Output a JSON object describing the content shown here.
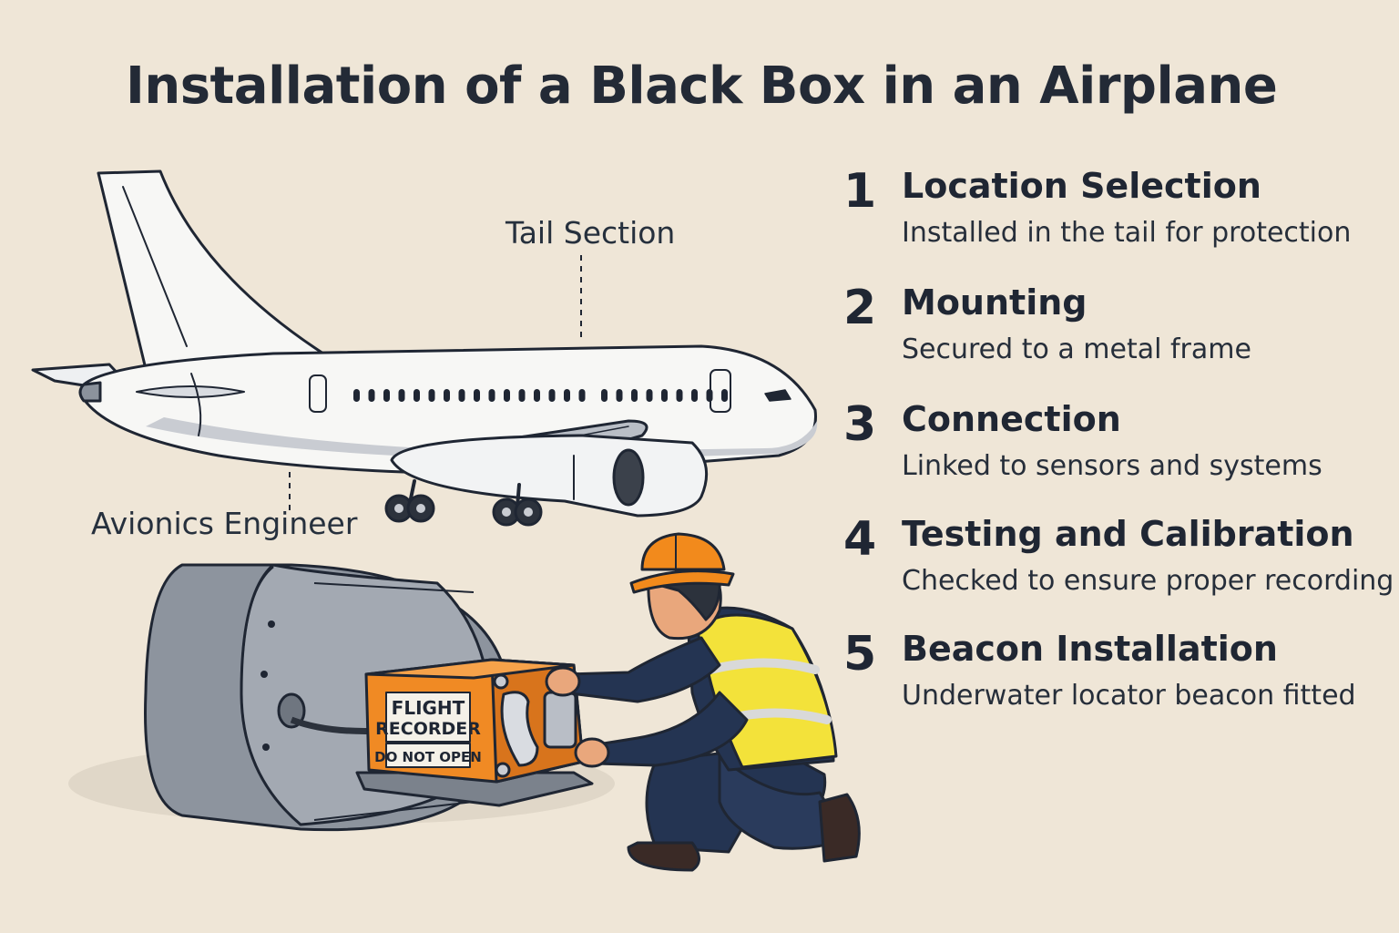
{
  "title": "Installation of a Black Box in an Airplane",
  "labels": {
    "tail_section": "Tail Section",
    "avionics_engineer": "Avionics Engineer"
  },
  "recorder": {
    "line1": "FLIGHT",
    "line2": "RECORDER",
    "warning": "DO NOT OPEN"
  },
  "steps": [
    {
      "number": "1",
      "title": "Location Selection",
      "description": "Installed in the tail for protection"
    },
    {
      "number": "2",
      "title": "Mounting",
      "description": "Secured to a metal frame"
    },
    {
      "number": "3",
      "title": "Connection",
      "description": "Linked to sensors and systems"
    },
    {
      "number": "4",
      "title": "Testing and Calibration",
      "description": "Checked to ensure proper recording"
    },
    {
      "number": "5",
      "title": "Beacon Installation",
      "description": "Underwater locator beacon fitted"
    }
  ],
  "colors": {
    "background": "#efe6d7",
    "text": "#1f2633",
    "recorder_orange": "#f08a24",
    "hard_hat": "#f28a1c",
    "vest": "#f3e23a",
    "uniform": "#243452",
    "metal": "#9aa1ab"
  }
}
